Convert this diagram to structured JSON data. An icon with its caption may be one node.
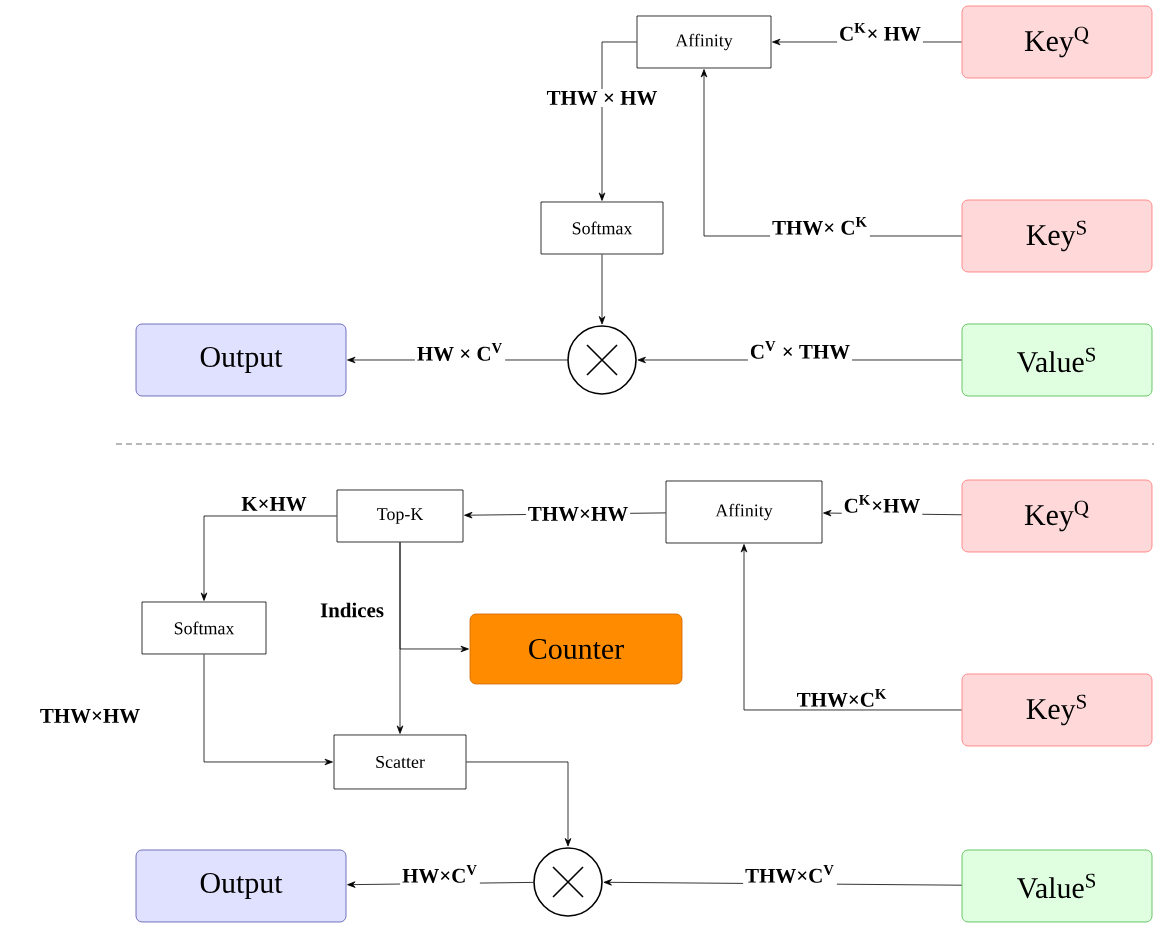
{
  "diagram": {
    "nodes": [
      {
        "text": [
          "Affinity"
        ]
      },
      {
        "text": [
          "Key$^{Q}$"
        ]
      },
      {
        "text": [
          "Softmax"
        ]
      },
      {
        "text": [
          "Key$^{S}$"
        ]
      },
      {
        "text": [
          "Output"
        ]
      },
      {
        "text": [],
        "shape": "circle"
      },
      {
        "text": [
          "Value$^{S}$"
        ]
      },
      {
        "text": [
          "Top-K"
        ]
      },
      {
        "text": [
          "Affinity"
        ]
      },
      {
        "text": [
          "Key$^{Q}$"
        ]
      },
      {
        "text": [
          "Softmax"
        ]
      },
      {
        "text": [
          "Counter"
        ]
      },
      {
        "text": [
          "Key$^{S}$"
        ]
      },
      {
        "text": [
          "Scatter"
        ]
      },
      {
        "text": [
          "Output"
        ]
      },
      {
        "text": [],
        "shape": "circle"
      },
      {
        "text": [
          "Value$^{S}$"
        ]
      }
    ],
    "edges": [
      {
        "from": 1,
        "to": 0,
        "arrow": "to",
        "label": "C$^{K}$× HW"
      },
      {
        "from": 0,
        "to": 2,
        "arrow": "to",
        "label": "THW × HW"
      },
      {
        "from": 3,
        "to": 0,
        "arrow": "to",
        "label": "THW× C$^{K}$"
      },
      {
        "from": 2,
        "to": 5,
        "arrow": "to"
      },
      {
        "from": 6,
        "to": 5,
        "arrow": "to",
        "label": "C$^{V}$ × THW"
      },
      {
        "from": 5,
        "to": 4,
        "arrow": "to",
        "label": "HW × C$^{V}$"
      },
      {
        "from": 9,
        "to": 8,
        "arrow": "to",
        "label": "C$^{K}$×HW"
      },
      {
        "from": 8,
        "to": 7,
        "arrow": "to",
        "label": "THW×HW"
      },
      {
        "from": 7,
        "to": 10,
        "arrow": "to",
        "label": "K×HW"
      },
      {
        "from": 12,
        "to": 8,
        "arrow": "to",
        "label": "THW×C$^{K}$"
      },
      {
        "from": 7,
        "to": 11,
        "arrow": "to"
      },
      {
        "from": 7,
        "to": 13,
        "arrow": "to",
        "label": "Indices"
      },
      {
        "from": 10,
        "to": 13,
        "arrow": "to",
        "label": "THW×HW"
      },
      {
        "from": 13,
        "to": 15,
        "arrow": "to"
      },
      {
        "from": 16,
        "to": 15,
        "arrow": "to",
        "label": "THW×C$^{V}$"
      },
      {
        "from": 15,
        "to": 14,
        "arrow": "to",
        "label": "HW×C$^{V}$"
      }
    ]
  }
}
